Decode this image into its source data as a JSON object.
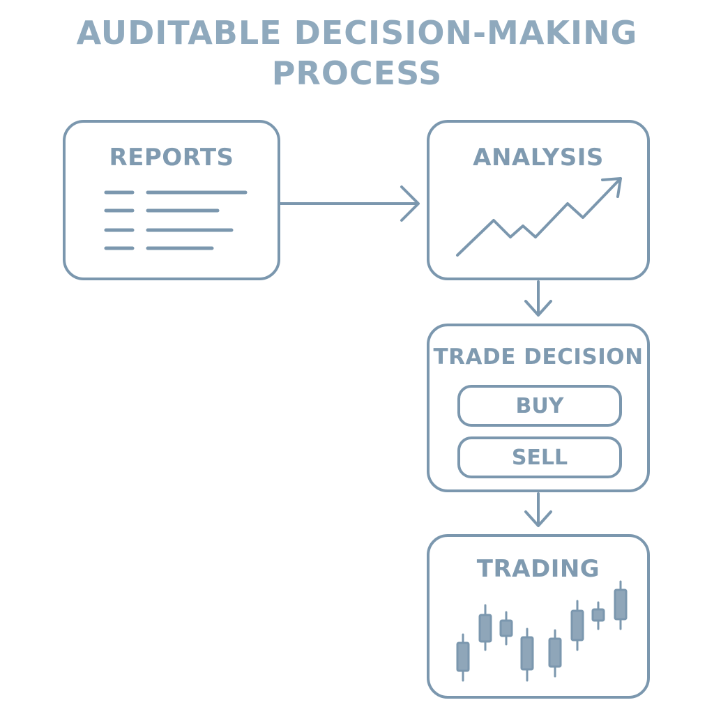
{
  "title": {
    "line1": "AUDITABLE DECISION-MAKING",
    "line2": "PROCESS"
  },
  "nodes": {
    "reports": {
      "label": "REPORTS",
      "icon": "document-lines-icon"
    },
    "analysis": {
      "label": "ANALYSIS",
      "icon": "trend-up-arrow-icon"
    },
    "trade_decision": {
      "label": "TRADE DECISION",
      "options": [
        "BUY",
        "SELL"
      ]
    },
    "trading": {
      "label": "TRADING",
      "icon": "candlestick-chart-icon"
    }
  },
  "edges": [
    {
      "from": "REPORTS",
      "to": "ANALYSIS"
    },
    {
      "from": "ANALYSIS",
      "to": "TRADE DECISION"
    },
    {
      "from": "TRADE DECISION",
      "to": "TRADING"
    }
  ],
  "colors": {
    "stroke": "#7b97ae",
    "text": "#7f9ab0",
    "title": "#8fa9bd",
    "background": "#ffffff"
  }
}
